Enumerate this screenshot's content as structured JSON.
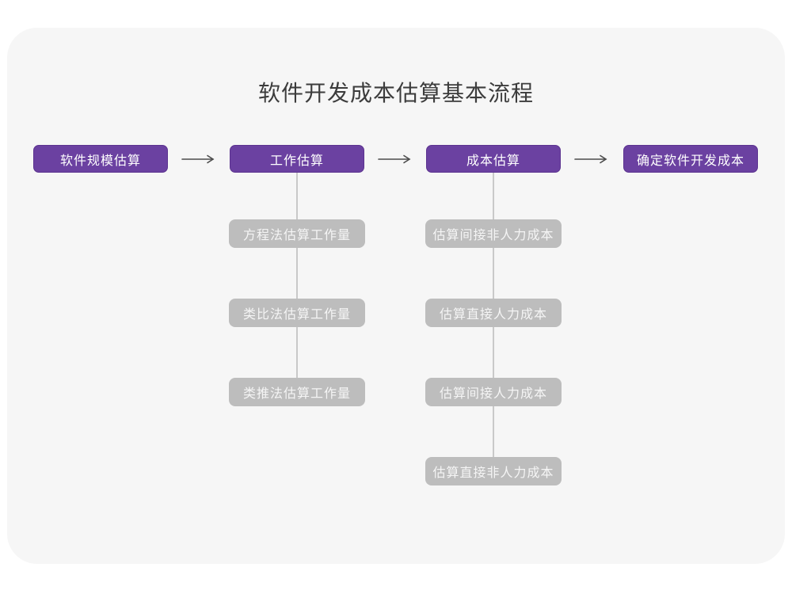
{
  "page": {
    "title": "软件开发成本估算基本流程"
  },
  "colors": {
    "canvas_card": "#f6f6f6",
    "page_background": "#ffffff",
    "node_purple": "#6b41a1",
    "node_purple_border": "#5c3390",
    "node_gray": "#bdbdbd",
    "node_text": "#ffffff",
    "title_text": "#3c3c3c",
    "arrow": "#4c4c4c",
    "connector_line": "#c9c9c9"
  },
  "flow": {
    "main_steps": [
      {
        "label": "软件规模估算"
      },
      {
        "label": "工作估算",
        "children": [
          {
            "label": "方程法估算工作量"
          },
          {
            "label": "类比法估算工作量"
          },
          {
            "label": "类推法估算工作量"
          }
        ]
      },
      {
        "label": "成本估算",
        "children": [
          {
            "label": "估算间接非人力成本"
          },
          {
            "label": "估算直接人力成本"
          },
          {
            "label": "估算间接人力成本"
          },
          {
            "label": "估算直接非人力成本"
          }
        ]
      },
      {
        "label": "确定软件开发成本"
      }
    ]
  }
}
